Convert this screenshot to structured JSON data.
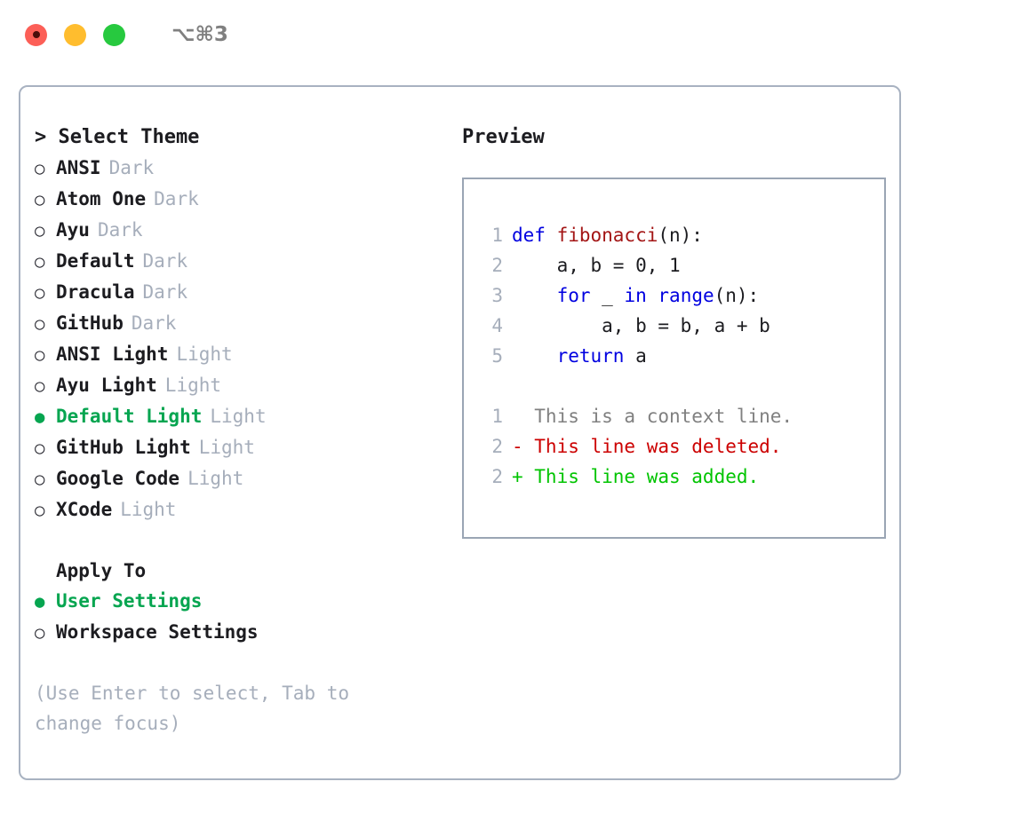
{
  "titlebar": {
    "shortcut": "⌥⌘3",
    "traffic_lights": [
      {
        "name": "close-button",
        "color": "#fc5f57"
      },
      {
        "name": "minimize-button",
        "color": "#ffbd2e"
      },
      {
        "name": "maximize-button",
        "color": "#27c93f"
      }
    ]
  },
  "theme_picker": {
    "header": "> Select Theme",
    "bullet_unselected": "○",
    "bullet_selected": "●",
    "items": [
      {
        "name": "ANSI",
        "kind": "Dark",
        "selected": false
      },
      {
        "name": "Atom One",
        "kind": "Dark",
        "selected": false
      },
      {
        "name": "Ayu",
        "kind": "Dark",
        "selected": false
      },
      {
        "name": "Default",
        "kind": "Dark",
        "selected": false
      },
      {
        "name": "Dracula",
        "kind": "Dark",
        "selected": false
      },
      {
        "name": "GitHub",
        "kind": "Dark",
        "selected": false
      },
      {
        "name": "ANSI Light",
        "kind": "Light",
        "selected": false
      },
      {
        "name": "Ayu Light",
        "kind": "Light",
        "selected": false
      },
      {
        "name": "Default Light",
        "kind": "Light",
        "selected": true
      },
      {
        "name": "GitHub Light",
        "kind": "Light",
        "selected": false
      },
      {
        "name": "Google Code",
        "kind": "Light",
        "selected": false
      },
      {
        "name": "XCode",
        "kind": "Light",
        "selected": false
      }
    ]
  },
  "apply_to": {
    "title": "Apply To",
    "items": [
      {
        "name": "User Settings",
        "selected": true
      },
      {
        "name": "Workspace Settings",
        "selected": false
      }
    ]
  },
  "hint": "(Use Enter to select, Tab to change focus)",
  "preview": {
    "title": "Preview",
    "code_lines": [
      {
        "no": "1",
        "tokens": [
          {
            "t": "def ",
            "c": "kw"
          },
          {
            "t": "fibonacci",
            "c": "fn"
          },
          {
            "t": "(n):",
            "c": "plain"
          }
        ]
      },
      {
        "no": "2",
        "tokens": [
          {
            "t": "    a, b = 0, 1",
            "c": "plain"
          }
        ]
      },
      {
        "no": "3",
        "tokens": [
          {
            "t": "    ",
            "c": "plain"
          },
          {
            "t": "for",
            "c": "kw"
          },
          {
            "t": " _ ",
            "c": "plain"
          },
          {
            "t": "in",
            "c": "kw"
          },
          {
            "t": " ",
            "c": "plain"
          },
          {
            "t": "range",
            "c": "kw"
          },
          {
            "t": "(n):",
            "c": "plain"
          }
        ]
      },
      {
        "no": "4",
        "tokens": [
          {
            "t": "        a, b = b, a + b",
            "c": "plain"
          }
        ]
      },
      {
        "no": "5",
        "tokens": [
          {
            "t": "    ",
            "c": "plain"
          },
          {
            "t": "return",
            "c": "kw"
          },
          {
            "t": " a",
            "c": "plain"
          }
        ]
      }
    ],
    "diff_lines": [
      {
        "no": "1",
        "text": "  This is a context line.",
        "kind": "ctx"
      },
      {
        "no": "2",
        "text": "- This line was deleted.",
        "kind": "del"
      },
      {
        "no": "2",
        "text": "+ This line was added.",
        "kind": "add"
      }
    ]
  },
  "colors": {
    "selected_green": "#06a550",
    "diff_add_green": "#00c400",
    "diff_del_red": "#cc0000",
    "keyword_blue": "#0000e0",
    "function_red": "#a31515",
    "muted_gray": "#a6aebb",
    "border_gray": "#a8b2c1"
  }
}
